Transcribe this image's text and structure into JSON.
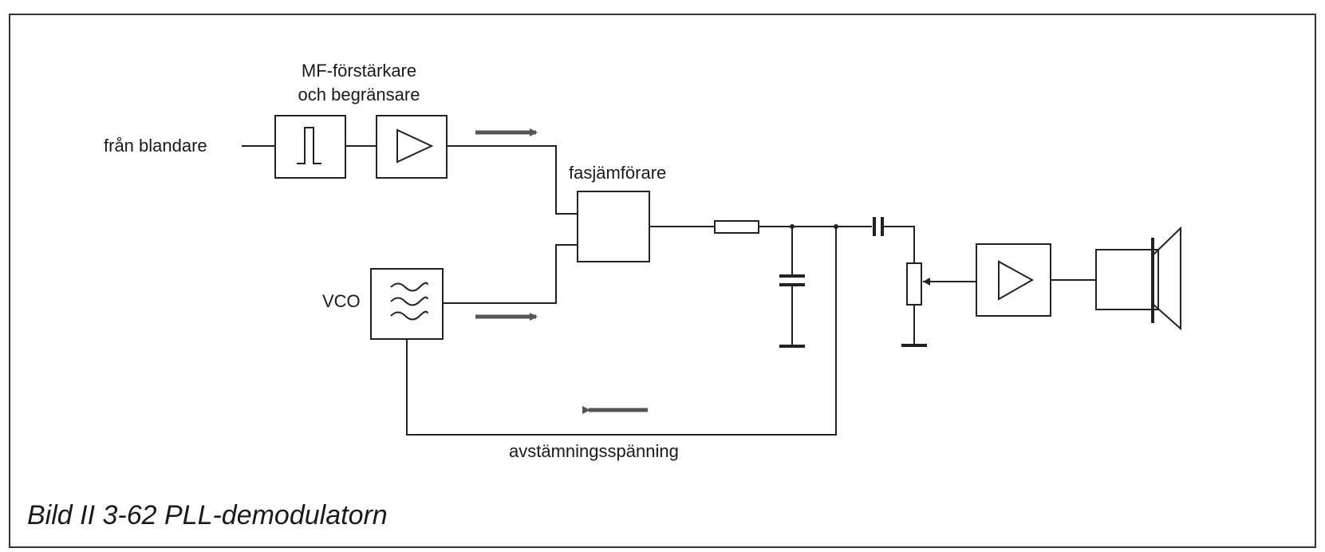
{
  "labels": {
    "amp_title_1": "MF-förstärkare",
    "amp_title_2": "och begränsare",
    "input": "från blandare",
    "phase_comparator": "fasjämförare",
    "vco": "VCO",
    "tuning_voltage": "avstämningsspänning"
  },
  "caption": "Bild II 3-62 PLL-demodulatorn",
  "icons": {
    "limiter": "pulse-icon",
    "amplifier": "triangle-amplifier-icon",
    "vco": "wave-tilde-icon",
    "speaker": "speaker-icon",
    "resistor": "resistor-icon",
    "capacitor": "capacitor-icon",
    "potentiometer": "potentiometer-icon",
    "ground": "ground-icon",
    "signal_arrow": "arrow-icon"
  },
  "colors": {
    "line": "#222222",
    "arrow": "#555555",
    "border": "#333333",
    "background": "#ffffff"
  }
}
